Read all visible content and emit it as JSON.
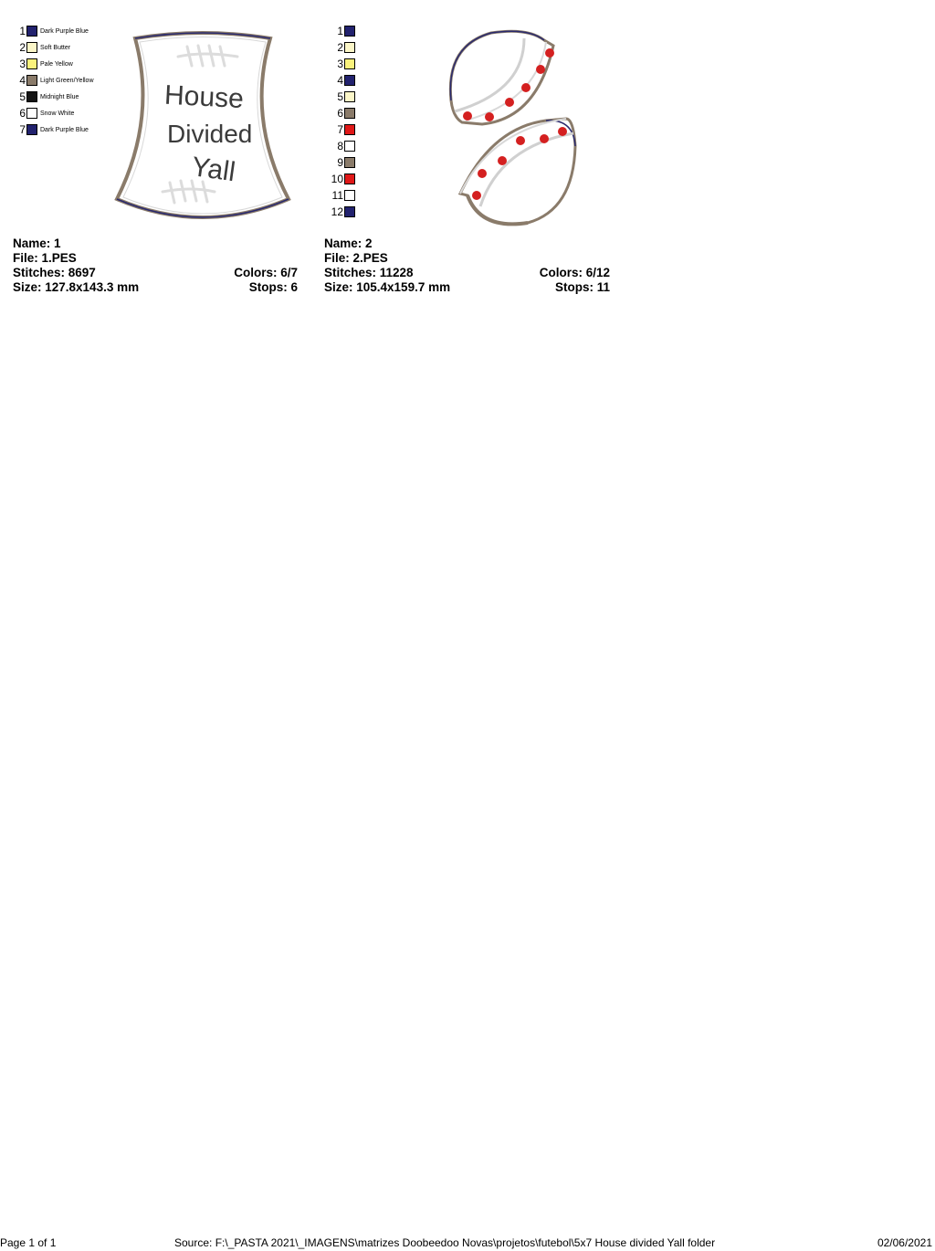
{
  "designs": [
    {
      "name_label": "Name: 1",
      "file_label": "File: 1.PES",
      "stitches_label": "Stitches: 8697",
      "colors_label": "Colors: 6/7",
      "size_label": "Size: 127.8x143.3 mm",
      "stops_label": "Stops: 6",
      "colors": [
        {
          "n": "1",
          "name": "Dark Purple Blue",
          "hex": "#22226e"
        },
        {
          "n": "2",
          "name": "Soft Butter",
          "hex": "#fbf6c8"
        },
        {
          "n": "3",
          "name": "Pale Yellow",
          "hex": "#faf27c"
        },
        {
          "n": "4",
          "name": "Light Green/Yellow",
          "hex": "#8a7b6a"
        },
        {
          "n": "5",
          "name": "Midnight Blue",
          "hex": "#141414"
        },
        {
          "n": "6",
          "name": "Snow White",
          "hex": "#ffffff"
        },
        {
          "n": "7",
          "name": "Dark Purple Blue",
          "hex": "#22226e"
        }
      ],
      "art_text": [
        "House",
        "Divided",
        "Yall"
      ]
    },
    {
      "name_label": "Name: 2",
      "file_label": "File: 2.PES",
      "stitches_label": "Stitches: 11228",
      "colors_label": "Colors: 6/12",
      "size_label": "Size: 105.4x159.7 mm",
      "stops_label": "Stops: 11",
      "colors": [
        {
          "n": "1",
          "hex": "#22226e"
        },
        {
          "n": "2",
          "hex": "#fbf6c8"
        },
        {
          "n": "3",
          "hex": "#faf27c"
        },
        {
          "n": "4",
          "hex": "#22226e"
        },
        {
          "n": "5",
          "hex": "#fbf6c8"
        },
        {
          "n": "6",
          "hex": "#8a7b6a"
        },
        {
          "n": "7",
          "hex": "#e01818"
        },
        {
          "n": "8",
          "hex": "#ffffff"
        },
        {
          "n": "9",
          "hex": "#8a7b6a"
        },
        {
          "n": "10",
          "hex": "#e01818"
        },
        {
          "n": "11",
          "hex": "#ffffff"
        },
        {
          "n": "12",
          "hex": "#22226e"
        }
      ]
    }
  ],
  "footer": {
    "page": "Page 1 of 1",
    "source": "Source: F:\\_PASTA 2021\\_IMAGENS\\matrizes Doobeedoo Novas\\projetos\\futebol\\5x7 House divided Yall folder",
    "date": "02/06/2021"
  }
}
